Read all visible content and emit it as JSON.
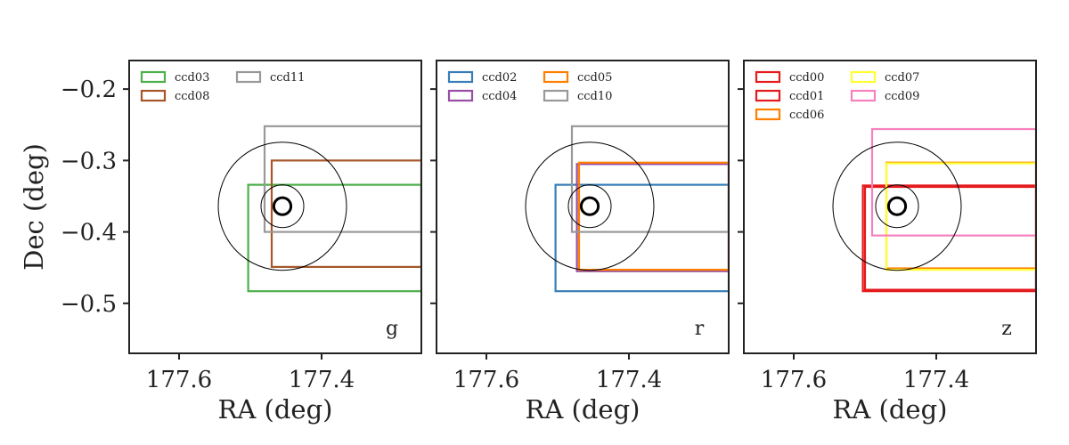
{
  "chart_data": [
    {
      "type": "footprint",
      "band": "g",
      "xlabel": "RA (deg)",
      "ylabel": "Dec (deg)",
      "xlim": [
        177.67,
        177.26
      ],
      "ylim": [
        -0.57,
        -0.16
      ],
      "xticks": [
        177.6,
        177.4
      ],
      "yticks": [
        -0.2,
        -0.3,
        -0.4,
        -0.5
      ],
      "target": {
        "ra": 177.455,
        "dec": -0.364,
        "radii": [
          0.012,
          0.03,
          0.09
        ]
      },
      "legend": {
        "position": "top-left",
        "columns": 2
      },
      "series": [
        {
          "name": "ccd03",
          "color": "#4daf4a",
          "ra": [
            177.503,
            177.26
          ],
          "dec": [
            -0.483,
            -0.334
          ]
        },
        {
          "name": "ccd08",
          "color": "#a65628",
          "ra": [
            177.47,
            177.26
          ],
          "dec": [
            -0.449,
            -0.3
          ]
        },
        {
          "name": "ccd11",
          "color": "#999999",
          "ra": [
            177.48,
            177.26
          ],
          "dec": [
            -0.4,
            -0.252
          ]
        }
      ]
    },
    {
      "type": "footprint",
      "band": "r",
      "xlabel": "RA (deg)",
      "ylabel": "",
      "xlim": [
        177.67,
        177.26
      ],
      "ylim": [
        -0.57,
        -0.16
      ],
      "xticks": [
        177.6,
        177.4
      ],
      "yticks": [],
      "target": {
        "ra": 177.455,
        "dec": -0.364,
        "radii": [
          0.012,
          0.03,
          0.09
        ]
      },
      "legend": {
        "position": "top-left",
        "columns": 2
      },
      "series": [
        {
          "name": "ccd02",
          "color": "#377eb8",
          "ra": [
            177.503,
            177.26
          ],
          "dec": [
            -0.483,
            -0.334
          ]
        },
        {
          "name": "ccd04",
          "color": "#984ea3",
          "ra": [
            177.473,
            177.26
          ],
          "dec": [
            -0.455,
            -0.305
          ]
        },
        {
          "name": "ccd05",
          "color": "#ff7f00",
          "ra": [
            177.47,
            177.26
          ],
          "dec": [
            -0.453,
            -0.303
          ]
        },
        {
          "name": "ccd10",
          "color": "#999999",
          "ra": [
            177.48,
            177.26
          ],
          "dec": [
            -0.4,
            -0.252
          ]
        }
      ]
    },
    {
      "type": "footprint",
      "band": "z",
      "xlabel": "RA (deg)",
      "ylabel": "",
      "xlim": [
        177.67,
        177.26
      ],
      "ylim": [
        -0.57,
        -0.16
      ],
      "xticks": [
        177.6,
        177.4
      ],
      "yticks": [],
      "target": {
        "ra": 177.455,
        "dec": -0.364,
        "radii": [
          0.012,
          0.03,
          0.09
        ]
      },
      "legend": {
        "position": "top-left",
        "columns": 2
      },
      "series": [
        {
          "name": "ccd00",
          "color": "#e41a1c",
          "ra": [
            177.503,
            177.26
          ],
          "dec": [
            -0.483,
            -0.335
          ]
        },
        {
          "name": "ccd01",
          "color": "#e41a1c",
          "ra": [
            177.5,
            177.26
          ],
          "dec": [
            -0.481,
            -0.337
          ]
        },
        {
          "name": "ccd06",
          "color": "#ff7f00",
          "ra": [
            177.47,
            177.26
          ],
          "dec": [
            -0.451,
            -0.303
          ]
        },
        {
          "name": "ccd07",
          "color": "#ffff33",
          "ra": [
            177.47,
            177.26
          ],
          "dec": [
            -0.453,
            -0.304
          ]
        },
        {
          "name": "ccd09",
          "color": "#f781bf",
          "ra": [
            177.49,
            177.26
          ],
          "dec": [
            -0.405,
            -0.256
          ]
        }
      ]
    }
  ]
}
